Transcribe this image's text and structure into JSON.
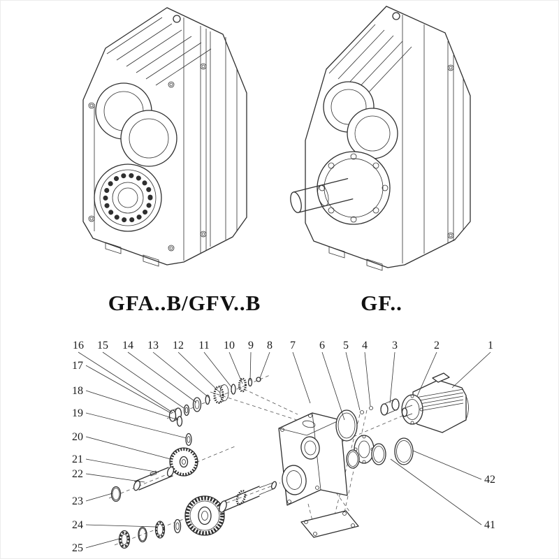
{
  "page": {
    "background": "#ffffff",
    "line_color": "#2f2f2f"
  },
  "figures": {
    "left_caption": "GFA..B/GFV..B",
    "right_caption": "GF.."
  },
  "exploded": {
    "top_numbers": [
      "16",
      "15",
      "14",
      "13",
      "12",
      "11",
      "10",
      "9",
      "8",
      "7",
      "6",
      "5",
      "4",
      "3",
      "2",
      "1"
    ],
    "left_numbers": [
      "17",
      "18",
      "19",
      "20",
      "21",
      "22",
      "23",
      "24",
      "25"
    ],
    "right_numbers": [
      "42",
      "41"
    ]
  }
}
